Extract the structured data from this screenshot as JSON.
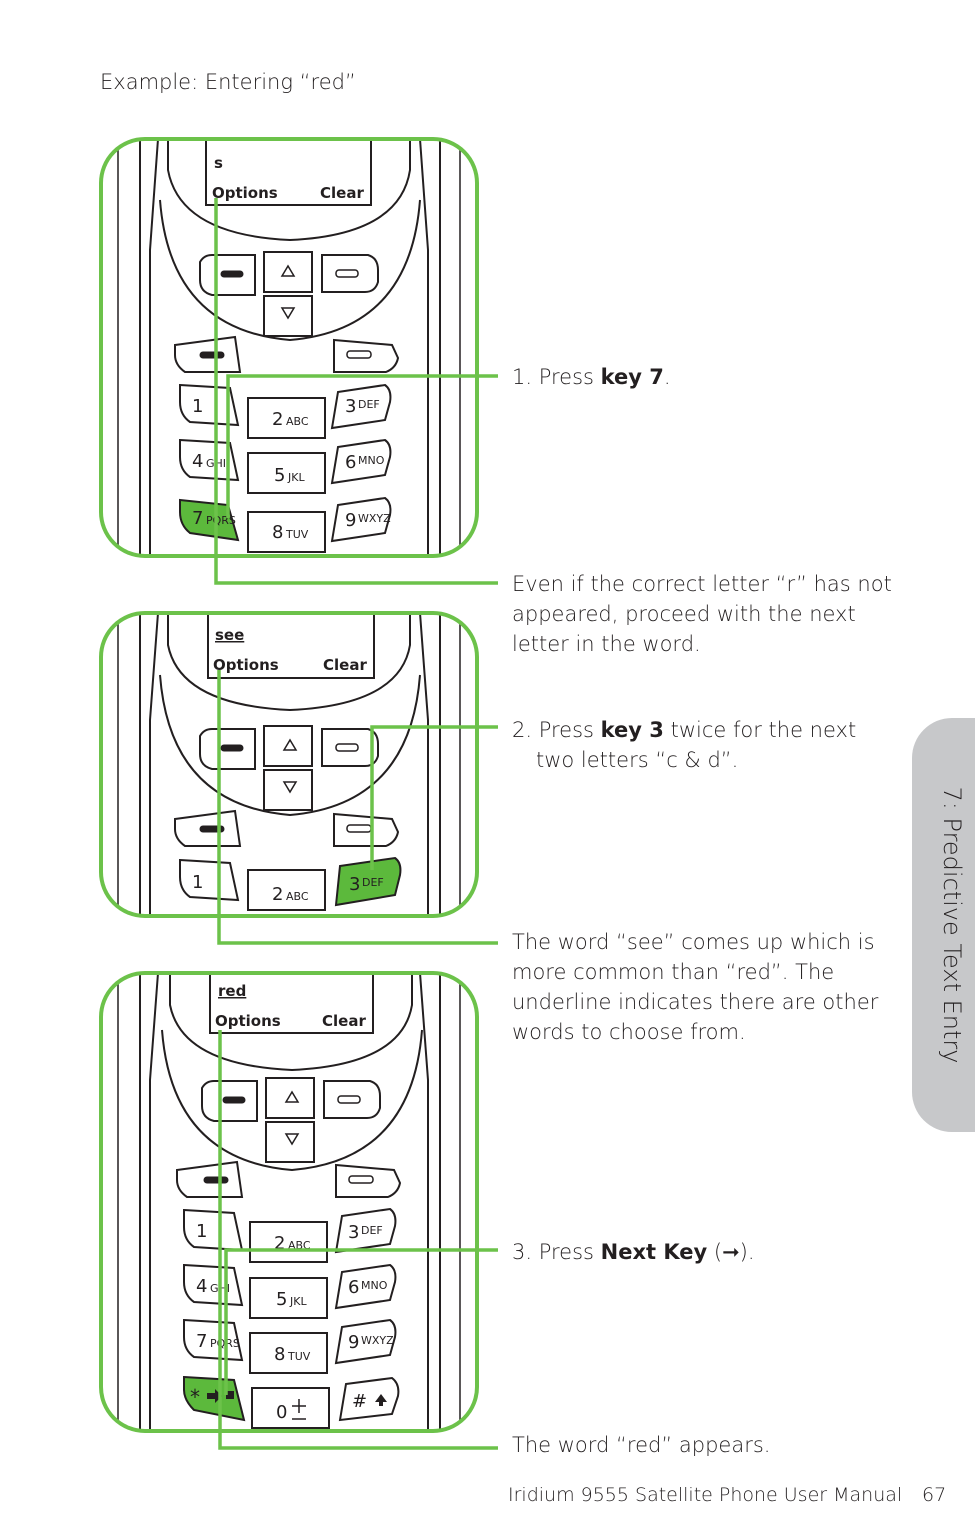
{
  "heading": "Example: Entering “red”",
  "panels": [
    {
      "screen_text": "s",
      "soft_left": "Options",
      "soft_right": "Clear"
    },
    {
      "screen_text": "see",
      "soft_left": "Options",
      "soft_right": "Clear"
    },
    {
      "screen_text": "red",
      "soft_left": "Options",
      "soft_right": "Clear"
    }
  ],
  "keys": {
    "k1": "1",
    "k2": "2",
    "k2_sub": "ABC",
    "k3": "3",
    "k3_sub": "DEF",
    "k4": "4",
    "k4_sub": "GHI",
    "k5": "5",
    "k5_sub": "JKL",
    "k6": "6",
    "k6_sub": "MNO",
    "k7": "7",
    "k7_sub": "PQRS",
    "k8": "8",
    "k8_sub": "TUV",
    "k9": "9",
    "k9_sub": "WXYZ",
    "k0": "0",
    "kstar": "*",
    "khash": "#"
  },
  "steps": {
    "s1_pre": "1. Press ",
    "s1_bold": "key 7",
    "s1_post": ".",
    "n1": "Even if the correct letter “r” has not appeared, proceed with the next letter in the word.",
    "s2_pre": "2. Press ",
    "s2_bold": "key 3",
    "s2_post": " twice for the next",
    "s2_line2": "two letters “c & d”.",
    "n2": "The word “see” comes up which is more common than “red”. The underline indicates there are other words to choose from.",
    "s3_pre": "3. Press ",
    "s3_bold": "Next Key",
    "s3_post": " (➞).",
    "n3": "The word “red” appears."
  },
  "side_tab": "7: Predictive Text Entry",
  "footer": {
    "title": "Iridium 9555 Satellite Phone User Manual",
    "page": "67"
  },
  "colors": {
    "accent_green": "#6cc24a",
    "key_green": "#5cb93c",
    "tab_gray": "#c7c8ca"
  }
}
